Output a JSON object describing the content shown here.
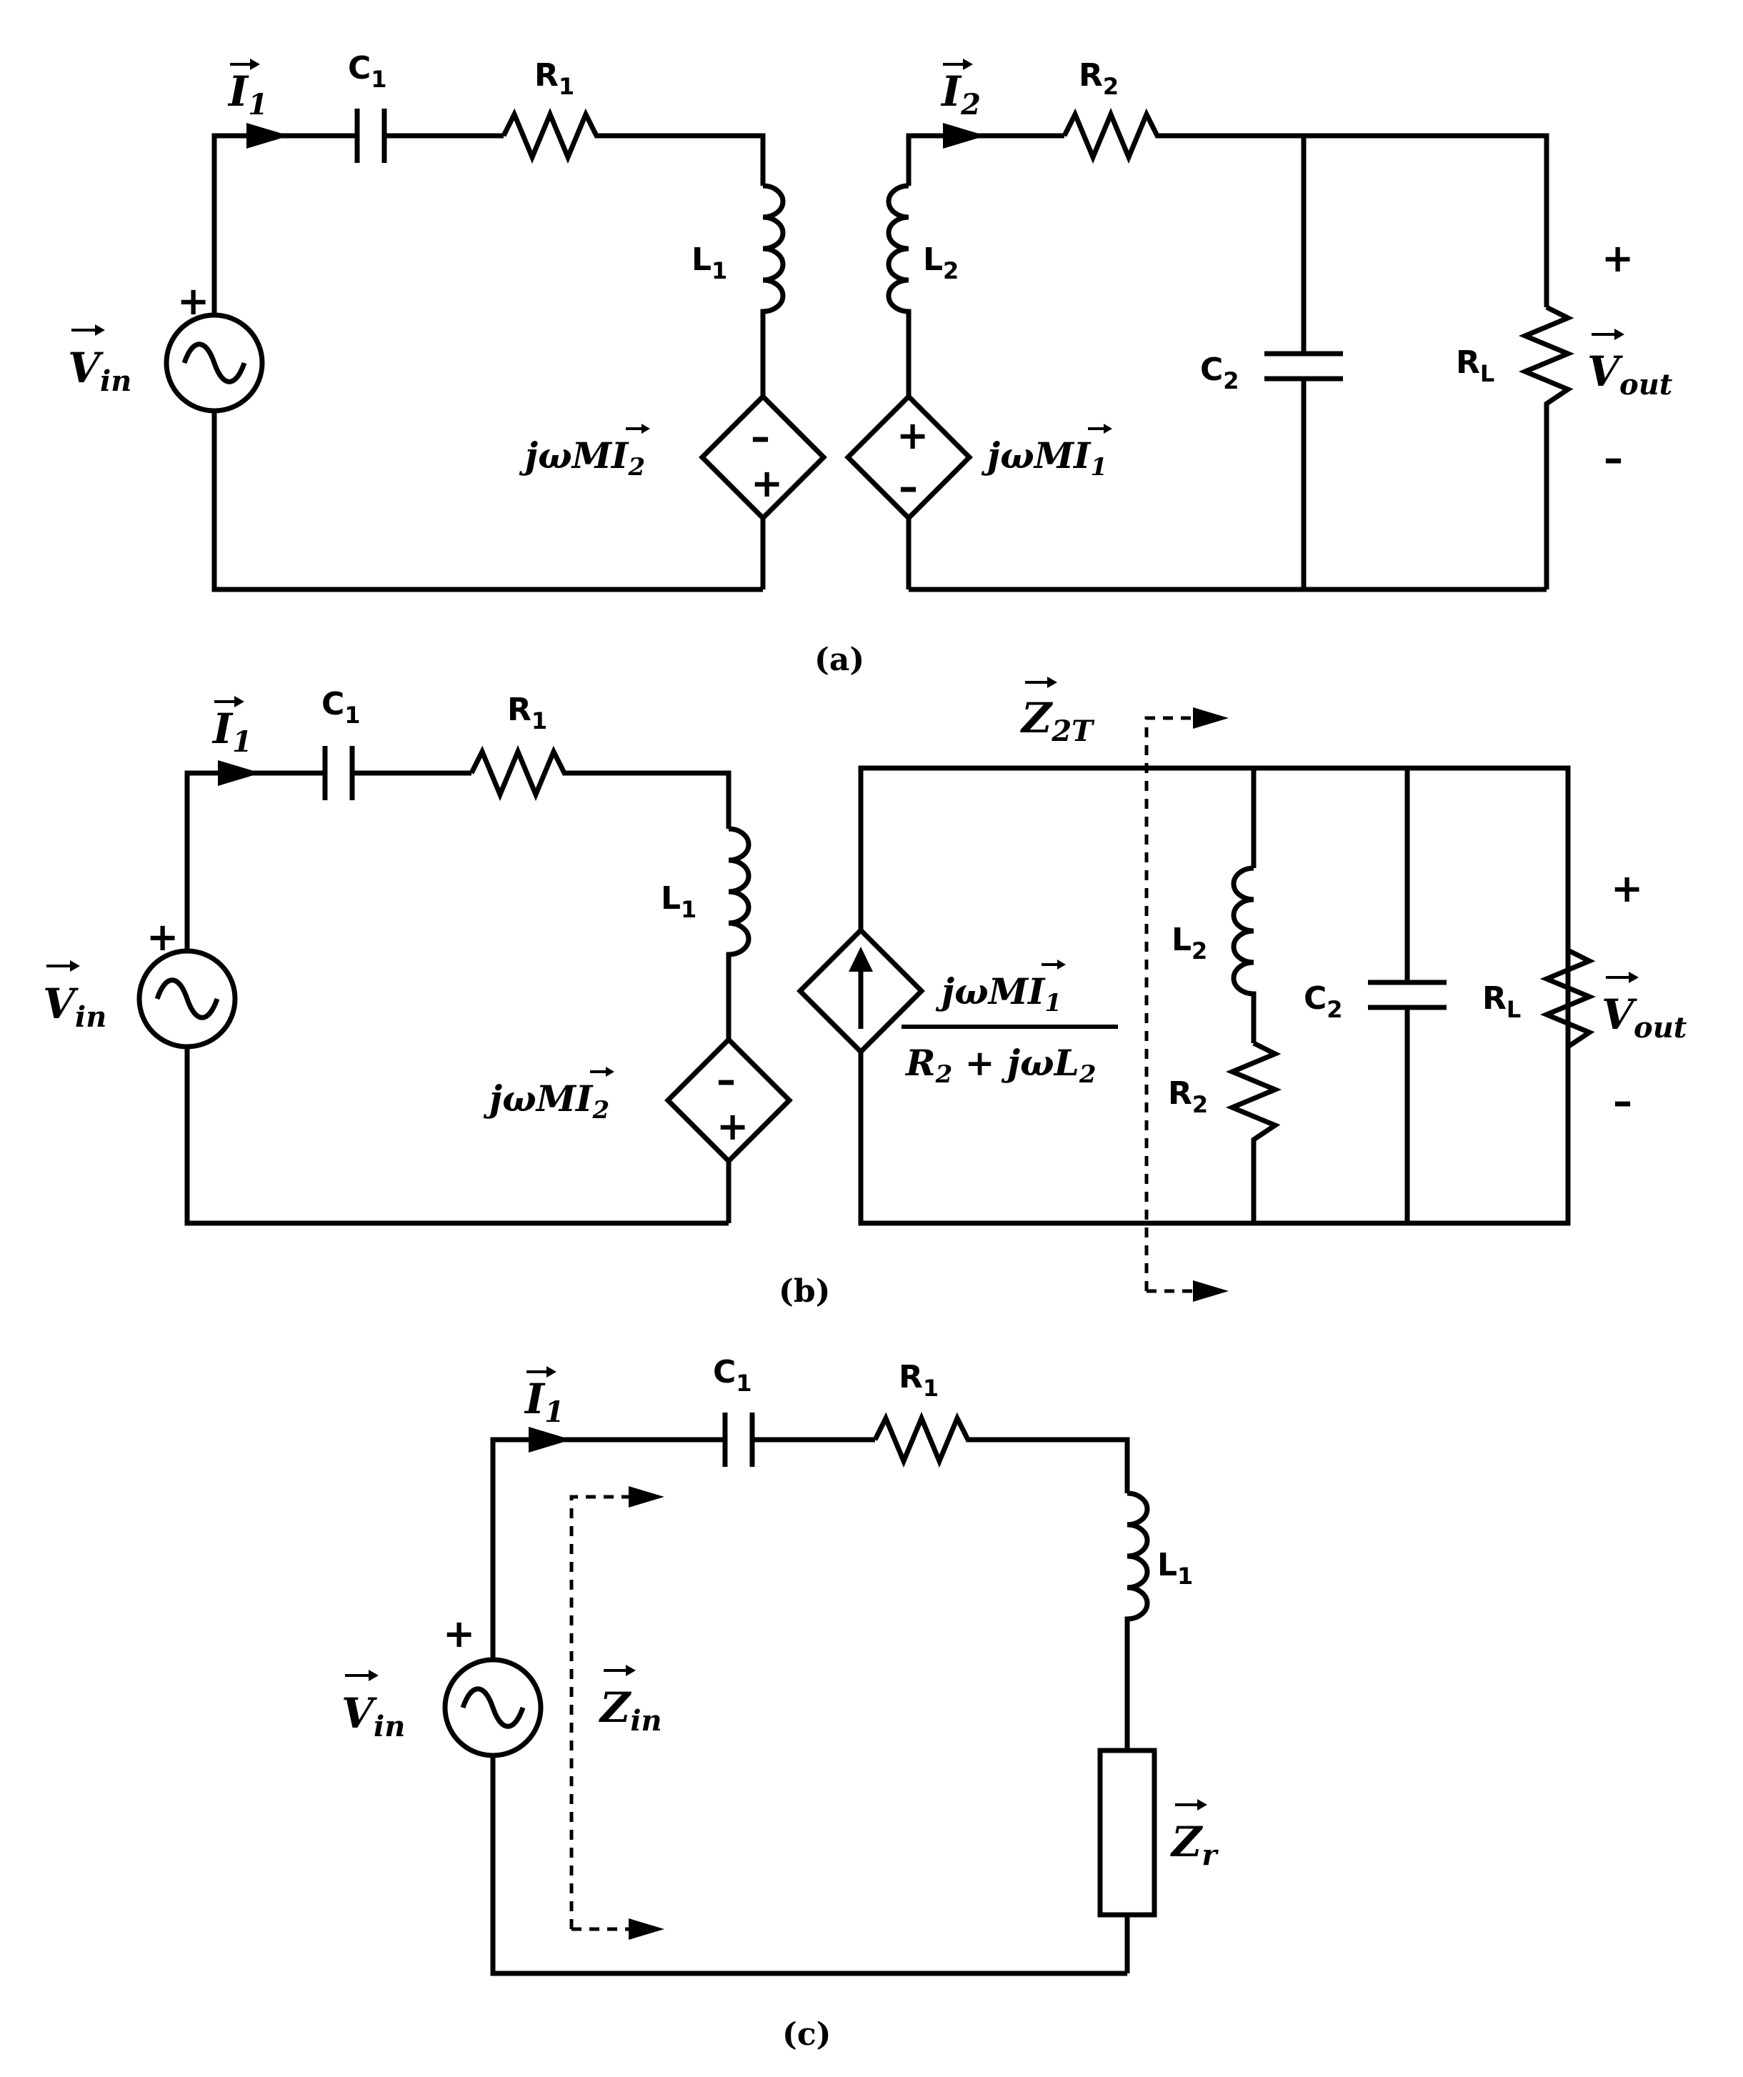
{
  "panels": {
    "a": {
      "caption": "(a)",
      "labels": {
        "I1": {
          "main": "I",
          "sub": "1"
        },
        "C1": {
          "main": "C",
          "sub": "1"
        },
        "R1": {
          "main": "R",
          "sub": "1"
        },
        "L1": {
          "main": "L",
          "sub": "1"
        },
        "Vin": {
          "main": "V",
          "sub": "in"
        },
        "plus_src": "+",
        "dep1": {
          "main": "jωMI",
          "sub": "2"
        },
        "I2": {
          "main": "I",
          "sub": "2"
        },
        "R2": {
          "main": "R",
          "sub": "2"
        },
        "L2": {
          "main": "L",
          "sub": "2"
        },
        "dep2": {
          "main": "jωMI",
          "sub": "1"
        },
        "C2": {
          "main": "C",
          "sub": "2"
        },
        "RL": {
          "main": "R",
          "sub": "L"
        },
        "Vout": {
          "main": "V",
          "sub": "out"
        },
        "plus_out": "+",
        "minus_out": "–",
        "dep1_top": "–",
        "dep1_bot": "+",
        "dep2_top": "+",
        "dep2_bot": "–"
      }
    },
    "b": {
      "caption": "(b)",
      "labels": {
        "I1": {
          "main": "I",
          "sub": "1"
        },
        "C1": {
          "main": "C",
          "sub": "1"
        },
        "R1": {
          "main": "R",
          "sub": "1"
        },
        "L1": {
          "main": "L",
          "sub": "1"
        },
        "Vin": {
          "main": "V",
          "sub": "in"
        },
        "plus_src": "+",
        "dep1": {
          "main": "jωMI",
          "sub": "2"
        },
        "dep1_top": "–",
        "dep1_bot": "+",
        "Z2T": {
          "main": "Z",
          "sub": "2T"
        },
        "frac_num": {
          "main": "jωMI",
          "sub": "1"
        },
        "frac_den": {
          "a": "R",
          "a_sub": "2",
          "b": " + jωL",
          "b_sub": "2"
        },
        "L2": {
          "main": "L",
          "sub": "2"
        },
        "R2": {
          "main": "R",
          "sub": "2"
        },
        "C2": {
          "main": "C",
          "sub": "2"
        },
        "RL": {
          "main": "R",
          "sub": "L"
        },
        "Vout": {
          "main": "V",
          "sub": "out"
        },
        "plus_out": "+",
        "minus_out": "–"
      }
    },
    "c": {
      "caption": "(c)",
      "labels": {
        "I1": {
          "main": "I",
          "sub": "1"
        },
        "C1": {
          "main": "C",
          "sub": "1"
        },
        "R1": {
          "main": "R",
          "sub": "1"
        },
        "L1": {
          "main": "L",
          "sub": "1"
        },
        "Vin": {
          "main": "V",
          "sub": "in"
        },
        "plus_src": "+",
        "Zin": {
          "main": "Z",
          "sub": "in"
        },
        "Zr": {
          "main": "Z",
          "sub": "r"
        }
      }
    }
  }
}
